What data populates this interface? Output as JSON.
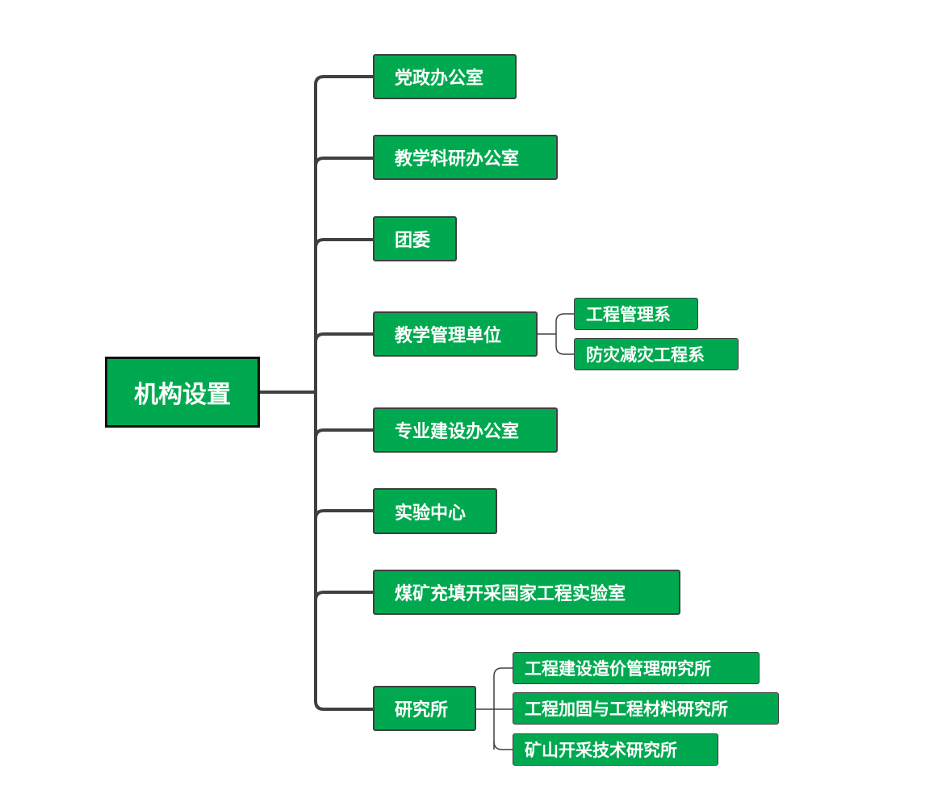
{
  "root": {
    "label": "机构设置"
  },
  "branches": [
    {
      "label": "党政办公室"
    },
    {
      "label": "教学科研办公室"
    },
    {
      "label": "团委"
    },
    {
      "label": "教学管理单位",
      "children": [
        {
          "label": "工程管理系"
        },
        {
          "label": "防灾减灾工程系"
        }
      ]
    },
    {
      "label": "专业建设办公室"
    },
    {
      "label": "实验中心"
    },
    {
      "label": "煤矿充填开采国家工程实验室"
    },
    {
      "label": "研究所",
      "children": [
        {
          "label": "工程建设造价管理研究所"
        },
        {
          "label": "工程加固与工程材料研究所"
        },
        {
          "label": "矿山开采技术研究所"
        }
      ]
    }
  ],
  "colors": {
    "node_fill": "#00a94f",
    "node_text": "#ffffff",
    "connector": "#404040",
    "root_border": "#111111"
  }
}
